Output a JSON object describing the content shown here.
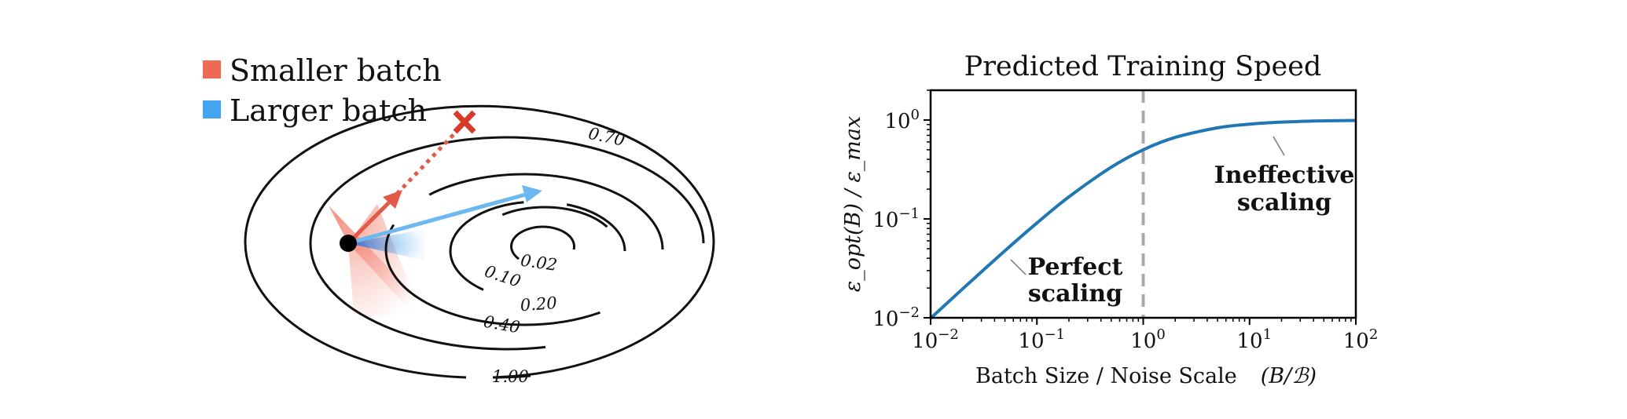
{
  "left_panel": {
    "legend": [
      {
        "label": "Smaller batch",
        "color": "#ef6a55"
      },
      {
        "label": "Larger batch",
        "color": "#46a5f1"
      }
    ],
    "contour_levels": [
      "0.02",
      "0.10",
      "0.20",
      "0.40",
      "0.70",
      "1.00"
    ],
    "marker_icon": "x-mark-icon",
    "start_point_icon": "dot-icon"
  },
  "chart_data": {
    "type": "line",
    "title": "Predicted Training Speed",
    "xlabel": "Batch Size / Noise Scale",
    "xlabel_math": "(B/ℬ)",
    "ylabel": "ε_opt(B) / ε_max",
    "x_scale": "log",
    "y_scale": "log",
    "xlim": [
      0.01,
      100
    ],
    "ylim": [
      0.01,
      2
    ],
    "x_ticks": [
      {
        "value": 0.01,
        "base": "10",
        "exp": "−2"
      },
      {
        "value": 0.1,
        "base": "10",
        "exp": "−1"
      },
      {
        "value": 1,
        "base": "10",
        "exp": "0"
      },
      {
        "value": 10,
        "base": "10",
        "exp": "1"
      },
      {
        "value": 100,
        "base": "10",
        "exp": "2"
      }
    ],
    "y_ticks": [
      {
        "value": 0.01,
        "base": "10",
        "exp": "−2"
      },
      {
        "value": 0.1,
        "base": "10",
        "exp": "−1"
      },
      {
        "value": 1,
        "base": "10",
        "exp": "0"
      }
    ],
    "series": [
      {
        "color": "#1f77b4",
        "x": [
          0.01,
          0.02,
          0.05,
          0.1,
          0.2,
          0.5,
          1,
          2,
          5,
          10,
          20,
          50,
          100
        ],
        "values": [
          0.0099,
          0.0196,
          0.0476,
          0.0909,
          0.167,
          0.333,
          0.5,
          0.667,
          0.833,
          0.909,
          0.952,
          0.98,
          0.99
        ]
      }
    ],
    "reference_line": {
      "x": 1,
      "style": "dashed",
      "color": "#aaaaaa"
    },
    "annotations": [
      {
        "lines": [
          "Perfect",
          "scaling"
        ],
        "x": 0.05,
        "y": 0.035
      },
      {
        "lines": [
          "Ineffective",
          "scaling"
        ],
        "x": 15,
        "y": 0.5
      }
    ],
    "grid": false
  }
}
